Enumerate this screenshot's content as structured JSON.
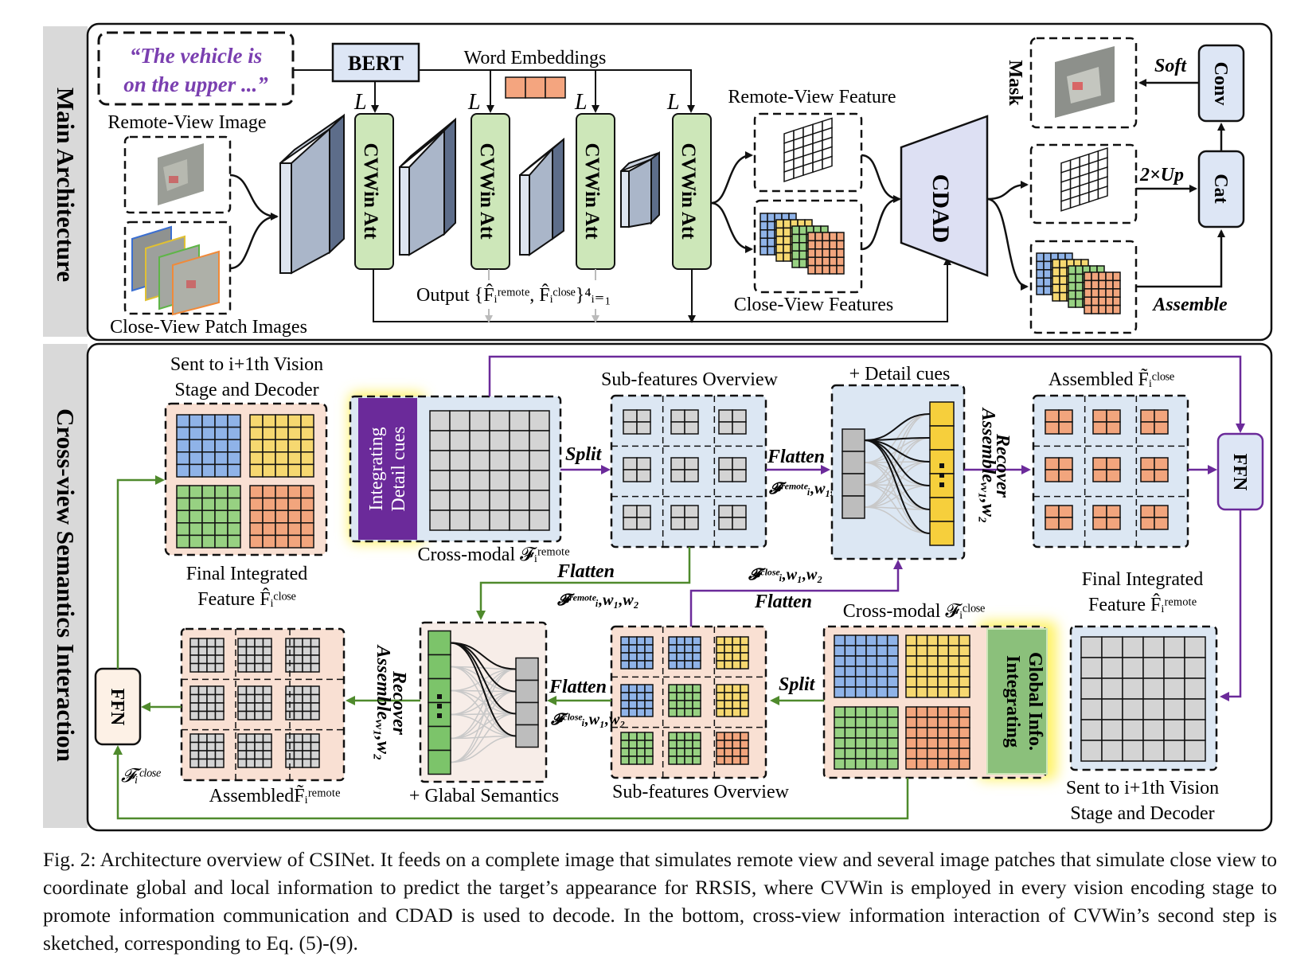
{
  "panels": {
    "main_label": "Main Architecture",
    "cross_label": "Cross-view Semantics Interaction"
  },
  "main": {
    "query_text": "“The vehicle is on the upper ...”",
    "bert": "BERT",
    "word_embeddings": "Word Embeddings",
    "remote_view_image": "Remote-View Image",
    "close_view_patches": "Close-View Patch Images",
    "cvwin": "CVWin Att",
    "L": "L",
    "output_label": "Output {F̂ᵢʳᵉᵐᵒᵗᵉ, F̂ᵢᶜˡᵒˢᵉ}⁴ᵢ₌₁",
    "remote_view_feature": "Remote-View Feature",
    "close_view_features": "Close-View Features",
    "cdad": "CDAD",
    "mask": "Mask",
    "soft": "Soft",
    "conv": "Conv",
    "up": "2×Up",
    "cat": "Cat",
    "assemble": "Assemble"
  },
  "cross": {
    "sent_to_left": [
      "Sent to i+1th Vision",
      "Stage and Decoder"
    ],
    "integrating_detail": [
      "Integrating",
      "Detail cues"
    ],
    "split": "Split",
    "sub_features_overview": "Sub-features Overview",
    "flatten": "Flatten",
    "f_remote_w": "𝓕ʳᵉᵐᵒᵗᵉᵢ,w₁,w₂",
    "f_close_w": "𝓕ᶜˡᵒˢᵉᵢ,w₁,w₂",
    "detail_cues": "+ Detail cues",
    "recover_assemble": [
      "Recover",
      "Assembleᵥᵥ₁,w₂"
    ],
    "assembled_close": "Assembled  F̃ᵢᶜˡᵒˢᵉ",
    "ffn": "FFN",
    "cross_modal_remote": "Cross-modal 𝓕ᵢʳᵉᵐᵒᵗᵉ",
    "final_integrated_close": [
      "Final Integrated",
      "Feature  F̂ᵢᶜˡᵒˢᵉ"
    ],
    "cross_modal_close": "Cross-modal 𝓕ᵢᶜˡᵒˢᵉ",
    "final_integrated_remote": [
      "Final Integrated",
      "Feature F̂ᵢʳᵉᵐᵒᵗᵉ"
    ],
    "integrating_global": [
      "Integrating",
      "Global Info."
    ],
    "global_semantics": "+ Glabal Semantics",
    "sent_to_right": [
      "Sent to i+1th Vision",
      "Stage and Decoder"
    ],
    "assembled_remote": "AssembledF̃ᵢʳᵉᵐᵒᵗᵉ",
    "f_close": "𝓕ᵢᶜˡᵒˢᵉ"
  },
  "caption": "Fig. 2: Architecture overview of CSINet. It feeds on a complete image that simulates remote view and several image patches that simulate close view to coordinate global and local information to predict the target’s appearance for RRSIS, where CVWin is employed in every vision encoding stage to promote information communication and CDAD is used to decode. In the bottom, cross-view information interaction of CVWin’s second step is sketched, corresponding to Eq. (5)-(9).",
  "colors": {
    "green_block": "#cde7b9",
    "blue_block": "#dde6f5",
    "purple": "#6b2a9a",
    "green_line": "#4f8a2c",
    "peach": "#f9e0d3",
    "lightblue_bg": "#dce7f3",
    "yellow_glow": "#fff7a0"
  }
}
